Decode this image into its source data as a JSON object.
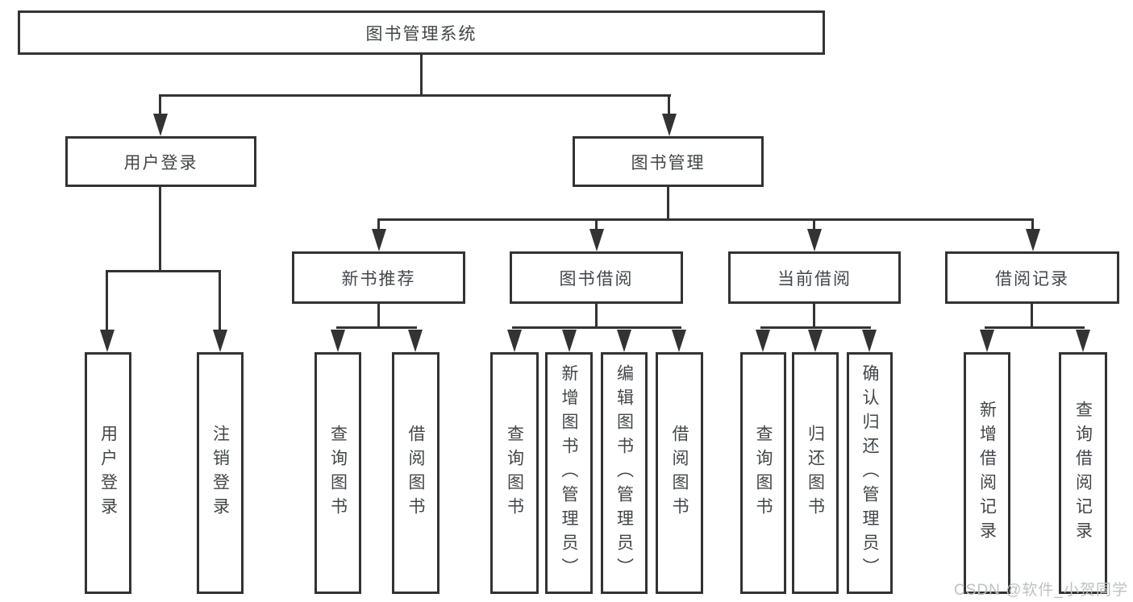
{
  "diagram_title": "图书管理系统",
  "nodes": {
    "root": "图书管理系统",
    "l2": [
      "用户登录",
      "图书管理"
    ],
    "l3": [
      "新书推荐",
      "图书借阅",
      "当前借阅",
      "借阅记录"
    ],
    "leaves_login": [
      "用户登录",
      "注销登录"
    ],
    "leaves_newbook": [
      "查询图书",
      "借阅图书"
    ],
    "leaves_borrow": [
      "查询图书",
      "新增图书（管理员）",
      "编辑图书（管理员）",
      "借阅图书"
    ],
    "leaves_current": [
      "查询图书",
      "归还图书",
      "确认归还（管理员）"
    ],
    "leaves_records": [
      "新增借阅记录",
      "查询借阅记录"
    ]
  },
  "watermark": "CSDN @软件_小贺同学",
  "colors": {
    "line": "#333333",
    "text": "#42464a",
    "bg": "#ffffff",
    "watermark": "#bdc1c5"
  }
}
